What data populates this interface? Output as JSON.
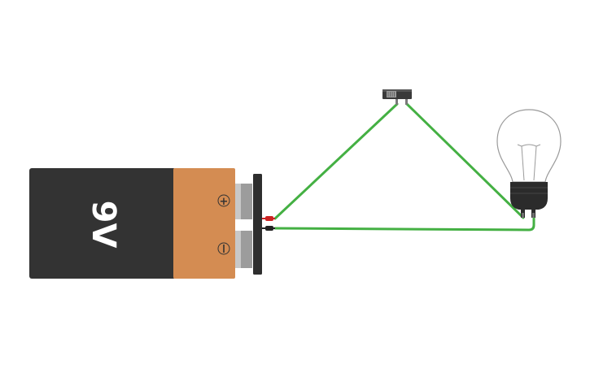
{
  "battery": {
    "label": "9V",
    "plus_symbol": "+",
    "minus_symbol": "−"
  },
  "colors": {
    "battery_body": "#333333",
    "battery_copper": "#d48c52",
    "wire": "#44b043",
    "positive_lead": "#cc2222",
    "negative_lead": "#222222",
    "bulb_glass": "#9a9a9a",
    "bulb_base": "#2b2b2b"
  },
  "components": [
    "battery-9v",
    "slide-switch",
    "light-bulb"
  ]
}
